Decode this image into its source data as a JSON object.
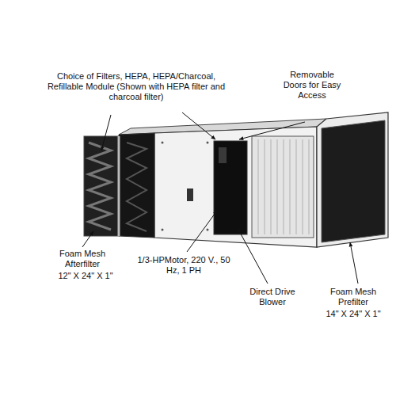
{
  "diagram": {
    "labels": [
      "Choice of Filters, HEPA, HEPA/Charcoal, Refillable Module (Shown with HEPA filter and charcoal filter)",
      "Removable Doors for Easy Access",
      "Foam Mesh Afterfilter",
      "12\" X 24\" X 1\"",
      "1/3-HPMotor, 220 V., 50 Hz, 1 PH",
      "Direct Drive Blower",
      "Foam Mesh Prefilter",
      "14\" X 24\" X 1\""
    ]
  }
}
